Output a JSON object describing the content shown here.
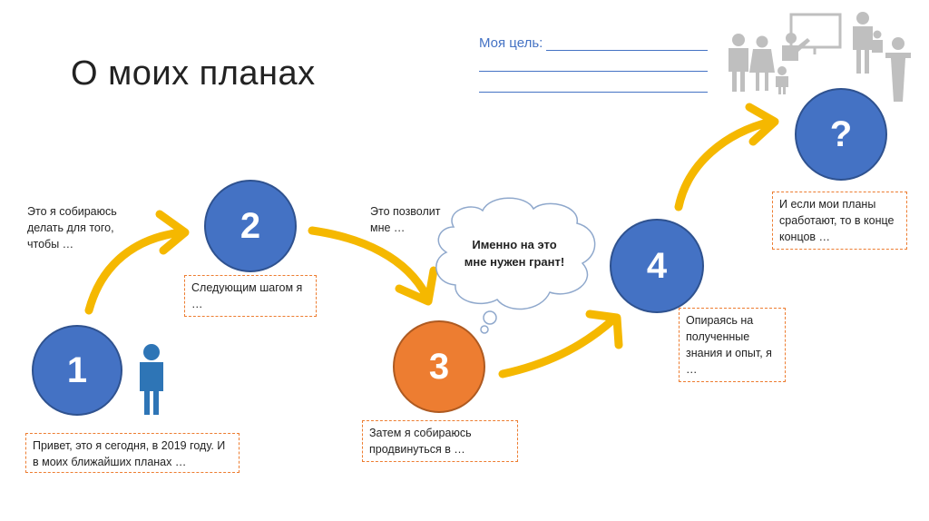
{
  "slide": {
    "title": "О моих планах",
    "goal": {
      "label": "Моя цель:"
    },
    "steps": [
      {
        "number": "1",
        "color": "#4472C4",
        "text": "Привет, это я сегодня, в 2019 году. И в моих ближайших планах …"
      },
      {
        "number": "2",
        "color": "#4472C4",
        "lead": "Это я собираюсь делать для того, чтобы …",
        "text": "Следующим шагом я …"
      },
      {
        "number": "3",
        "color": "#ED7D31",
        "lead": "Это позволит мне …",
        "text": "Затем я собираюсь продвинуться в …"
      },
      {
        "number": "4",
        "color": "#4472C4",
        "text": "Опираясь на полученные знания и опыт, я …"
      },
      {
        "number": "?",
        "color": "#4472C4",
        "text": "И если мои планы сработают, то в конце концов …"
      }
    ],
    "thought_bubble": "Именно на это мне нужен грант!",
    "icons": [
      "person-icon",
      "family-icon",
      "teacher-icon",
      "parent-child-icon",
      "speaker-icon"
    ],
    "colors": {
      "arrow": "#F5B800",
      "accent_blue": "#4472C4",
      "accent_orange": "#ED7D31",
      "icon_gray": "#BFBFBF",
      "person_blue": "#2E75B6"
    }
  }
}
